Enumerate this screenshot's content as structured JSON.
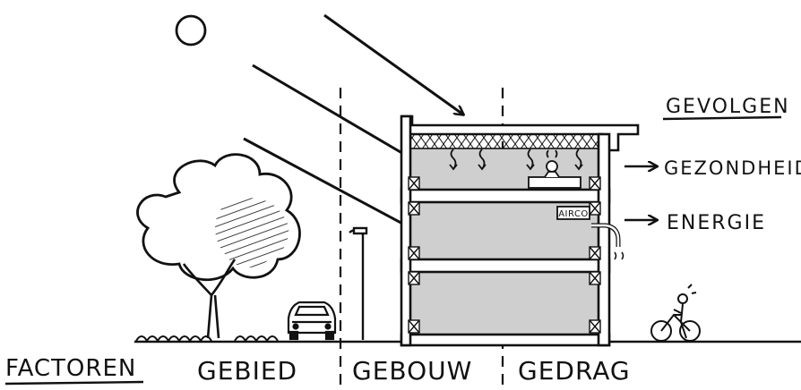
{
  "labels": {
    "factoren": "FACTOREN",
    "gebied": "GEBIED",
    "gebouw": "GEBOUW",
    "gedrag": "GEDRAG",
    "gevolgen": "GEVOLGEN",
    "gezondheid": "GEZONDHEID",
    "energie": "ENERGIE",
    "airco": "AIRCO"
  },
  "colors": {
    "ink": "#111111",
    "fill_grey": "#cfcfcf",
    "background": "#ffffff"
  },
  "icons": [
    "sun-icon",
    "tree-icon",
    "car-icon",
    "street-lamp-icon",
    "cyclist-icon",
    "airco-unit-icon",
    "person-in-bed-icon"
  ]
}
